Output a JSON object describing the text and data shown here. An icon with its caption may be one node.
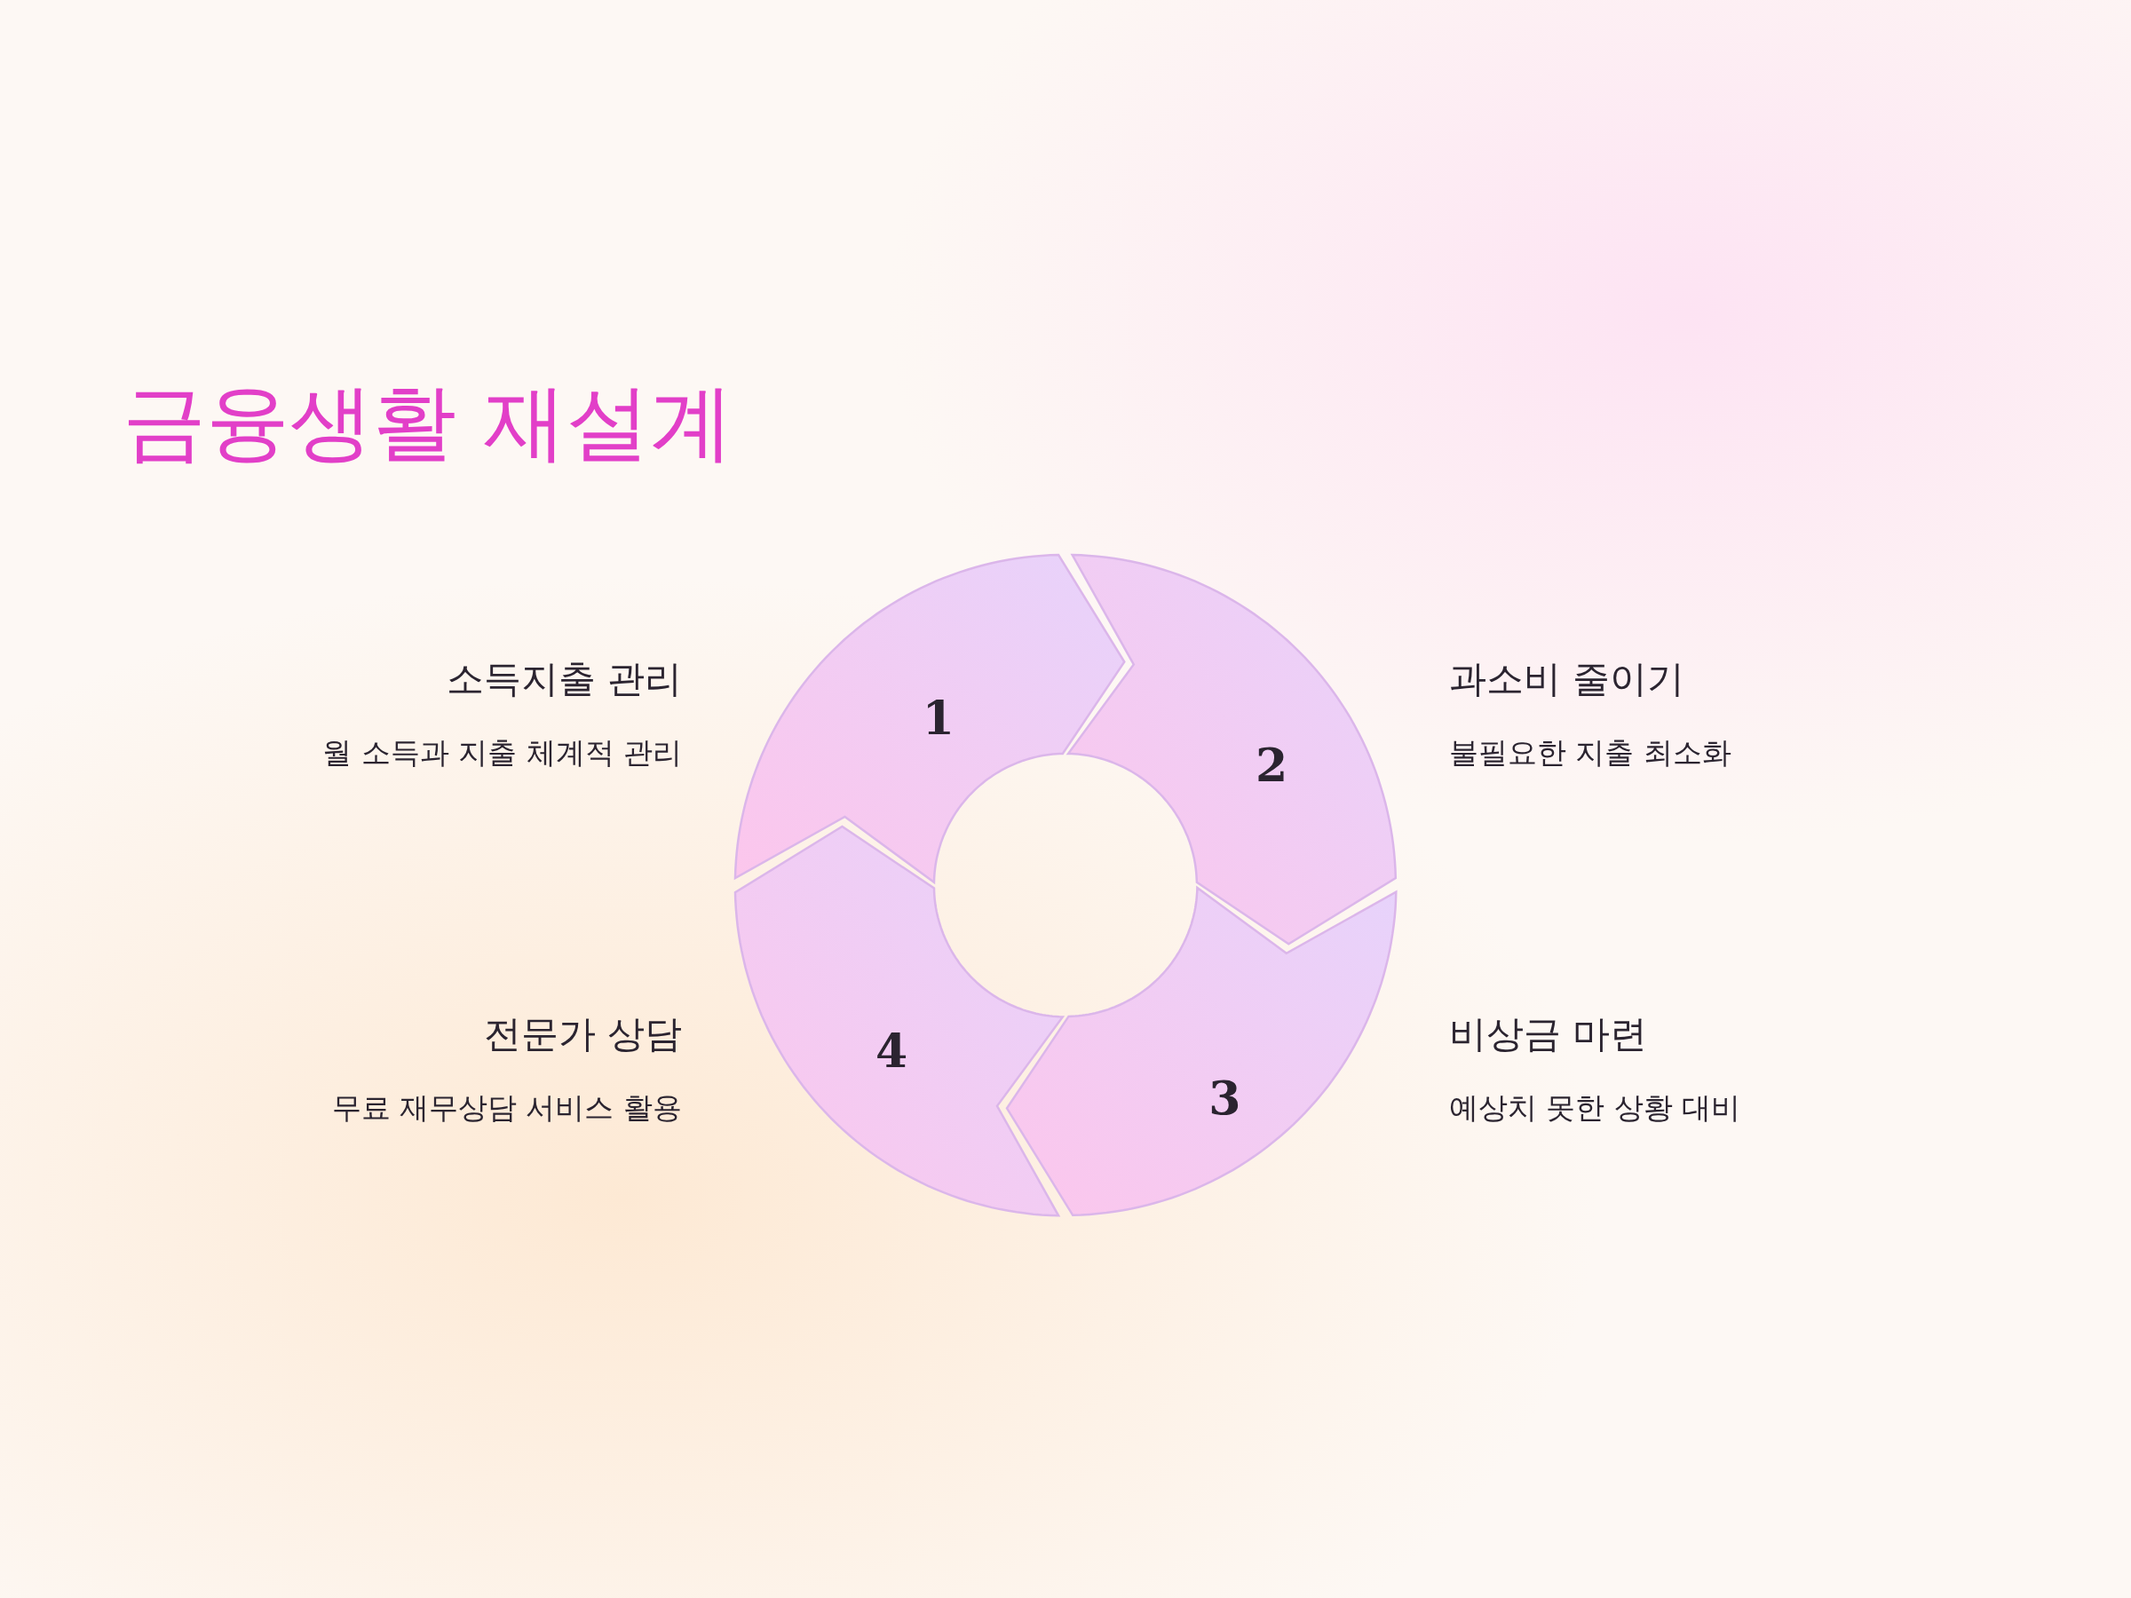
{
  "diagram": {
    "title": "금융생활 재설계",
    "nodes": [
      {
        "text": [
          "1"
        ],
        "beside": [
          "소득지출 관리",
          "월 소득과 지출 체계적 관리"
        ]
      },
      {
        "text": [
          "2"
        ],
        "beside": [
          "과소비 줄이기",
          "불필요한 지출 최소화"
        ]
      },
      {
        "text": [
          "3"
        ],
        "beside": [
          "비상금 마련",
          "예상치 못한 상황 대비"
        ]
      },
      {
        "text": [
          "4"
        ],
        "beside": [
          "전문가 상담",
          "무료 재무상담 서비스 활용"
        ]
      }
    ]
  }
}
